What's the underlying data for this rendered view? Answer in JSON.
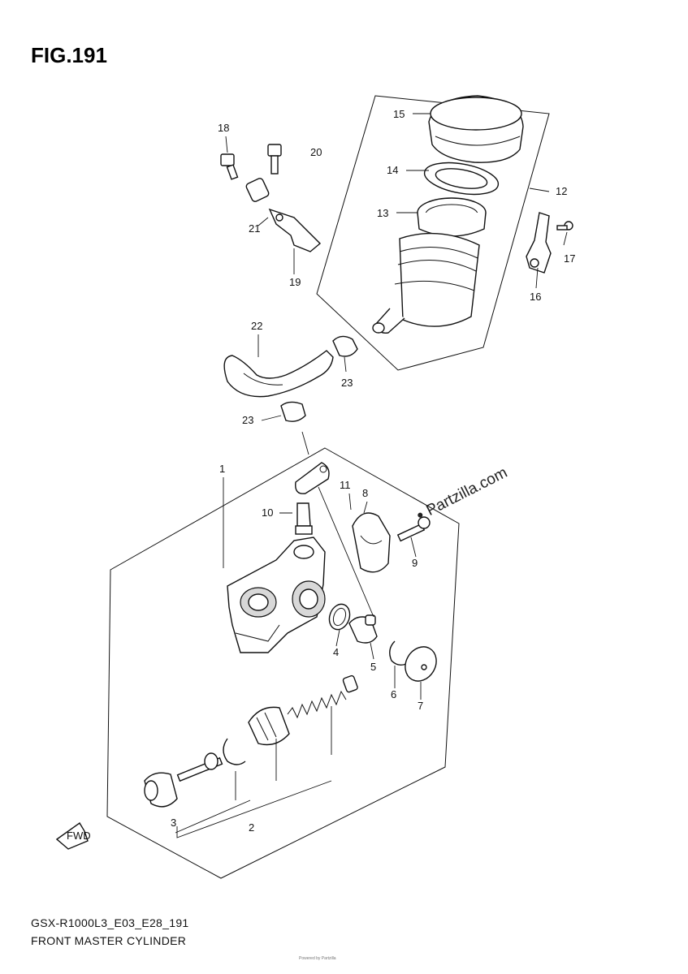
{
  "figure": {
    "title": "FIG.191",
    "model_code": "GSX-R1000L3_E03_E28_191",
    "caption": "FRONT MASTER CYLINDER",
    "watermark": "Partzilla.com",
    "footer_small": "Powered by Partzilla"
  },
  "callouts": [
    "1",
    "2",
    "3",
    "4",
    "5",
    "6",
    "7",
    "8",
    "9",
    "10",
    "11",
    "12",
    "13",
    "14",
    "15",
    "16",
    "17",
    "18",
    "19",
    "20",
    "21",
    "22",
    "23",
    "23"
  ]
}
